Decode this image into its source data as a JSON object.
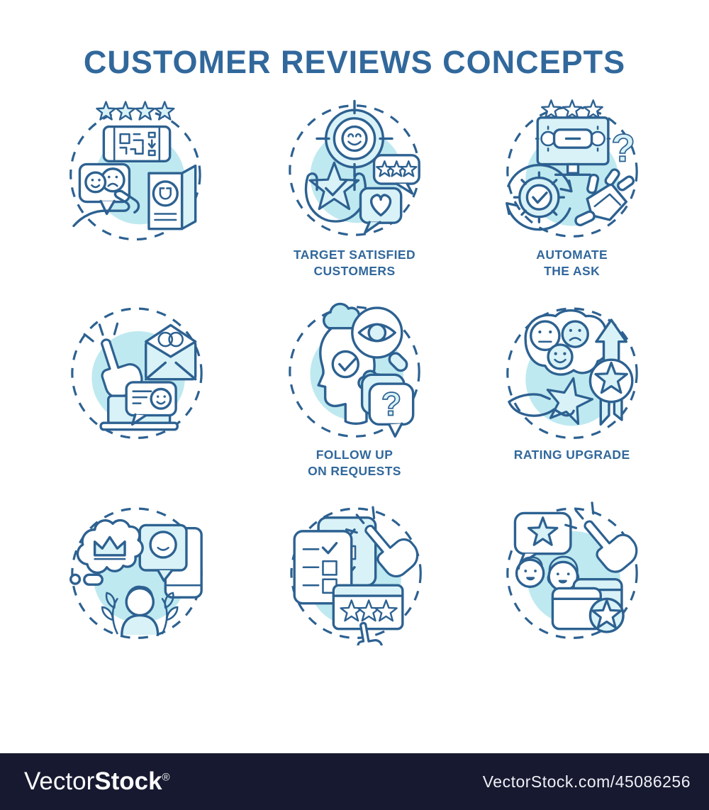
{
  "title": "CUSTOMER REVIEWS CONCEPTS",
  "colors": {
    "ink": "#2d6191",
    "accent_text": "#31689c",
    "circle_fill": "#bfe9f0",
    "light_fill": "#d8f2f7",
    "footer_bg": "#171930"
  },
  "cards": [
    {
      "name": "qr-code-review-collection",
      "label_lines": [
        "",
        ""
      ]
    },
    {
      "name": "target-satisfied-customers",
      "label_lines": [
        "TARGET SATISFIED",
        "CUSTOMERS"
      ]
    },
    {
      "name": "automate-the-ask",
      "label_lines": [
        "AUTOMATE",
        "THE ASK"
      ]
    },
    {
      "name": "click-email-review-request",
      "label_lines": [
        "",
        ""
      ]
    },
    {
      "name": "follow-up-on-requests",
      "label_lines": [
        "FOLLOW UP",
        "ON REQUESTS"
      ]
    },
    {
      "name": "rating-upgrade",
      "label_lines": [
        "RATING UPGRADE",
        ""
      ]
    },
    {
      "name": "premium-customer-thoughts",
      "label_lines": [
        "",
        ""
      ]
    },
    {
      "name": "survey-star-rating-click",
      "label_lines": [
        "",
        ""
      ]
    },
    {
      "name": "customer-review-sharing",
      "label_lines": [
        "",
        ""
      ]
    }
  ],
  "watermark": {
    "brand_regular": "Vector",
    "brand_bold": "Stock",
    "registered": "®",
    "site_ref": "VectorStock.com/45086256"
  }
}
